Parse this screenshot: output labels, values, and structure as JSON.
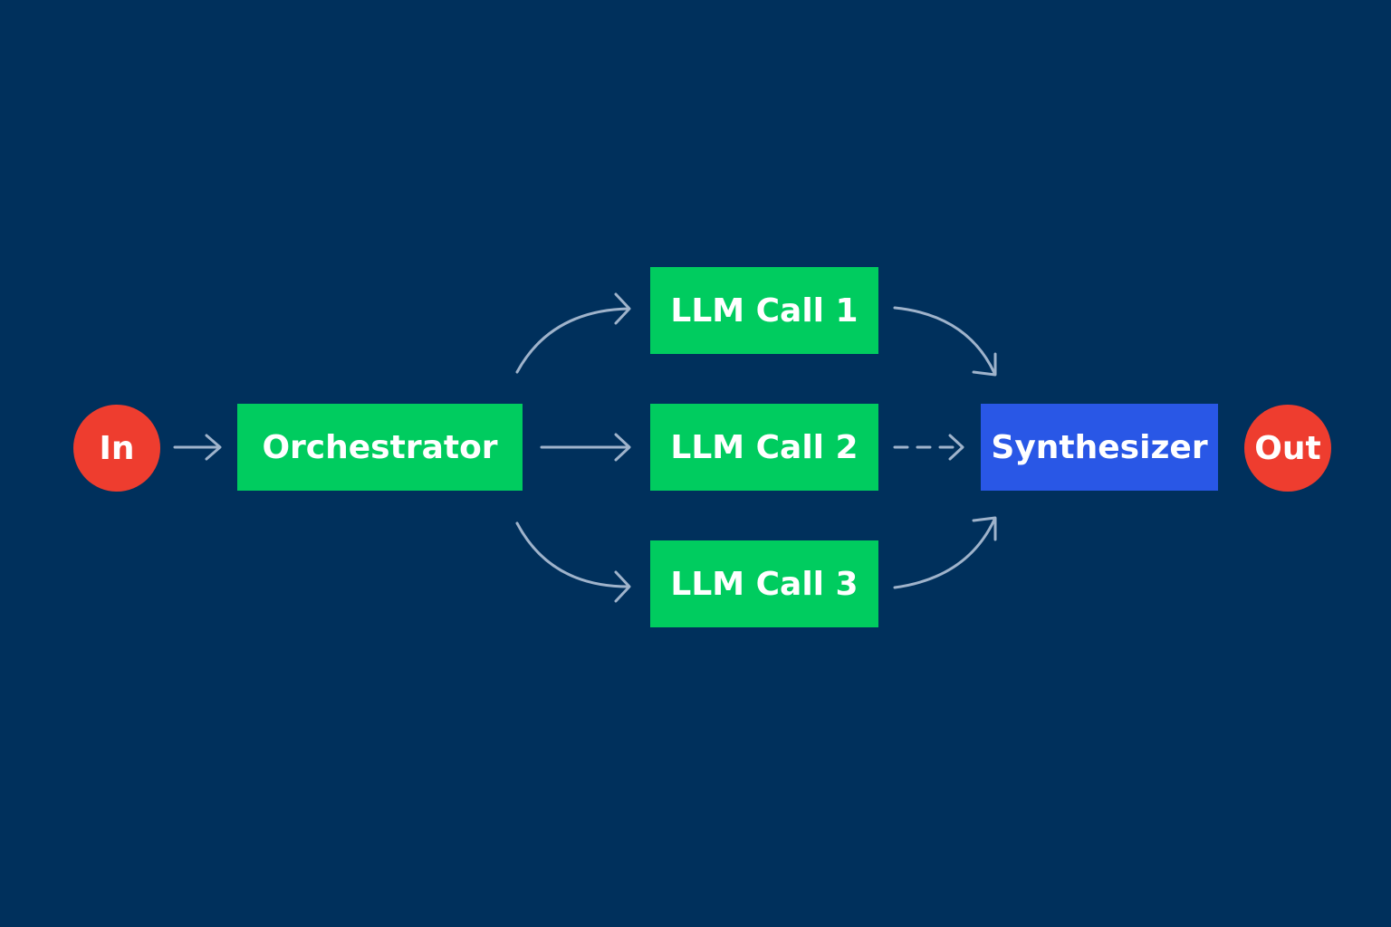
{
  "colors": {
    "background": "#00305c",
    "terminal": "#ee3d2f",
    "worker": "#00cc5f",
    "synthesizer": "#2957e6",
    "edge": "#9fb3cb",
    "text": "#ffffff"
  },
  "nodes": {
    "input": "In",
    "orchestrator": "Orchestrator",
    "llm_call_1": "LLM Call 1",
    "llm_call_2": "LLM Call 2",
    "llm_call_3": "LLM Call 3",
    "synthesizer": "Synthesizer",
    "output": "Out"
  },
  "edges": [
    {
      "from": "input",
      "to": "orchestrator",
      "style": "solid"
    },
    {
      "from": "orchestrator",
      "to": "llm_call_1",
      "style": "solid"
    },
    {
      "from": "orchestrator",
      "to": "llm_call_2",
      "style": "solid"
    },
    {
      "from": "orchestrator",
      "to": "llm_call_3",
      "style": "solid"
    },
    {
      "from": "llm_call_1",
      "to": "synthesizer",
      "style": "solid"
    },
    {
      "from": "llm_call_2",
      "to": "synthesizer",
      "style": "dashed"
    },
    {
      "from": "llm_call_3",
      "to": "synthesizer",
      "style": "solid"
    }
  ]
}
